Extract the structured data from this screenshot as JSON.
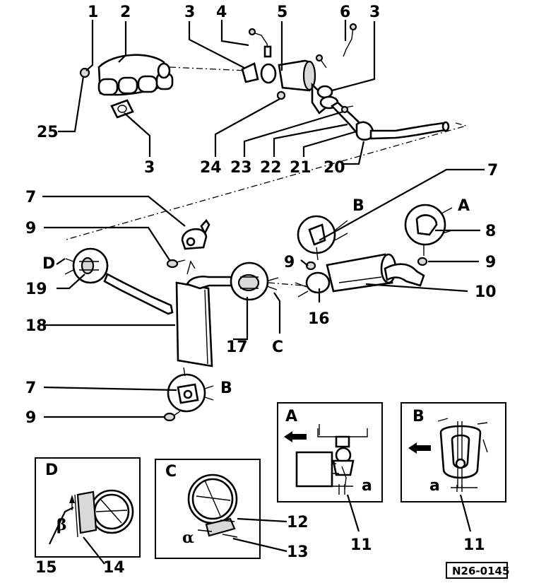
{
  "labels": {
    "n1": "1",
    "n2": "2",
    "n3": "3",
    "n4": "4",
    "n5": "5",
    "n6": "6",
    "n7": "7",
    "n8": "8",
    "n9": "9",
    "n10": "10",
    "n11": "11",
    "n12": "12",
    "n13": "13",
    "n14": "14",
    "n15": "15",
    "n16": "16",
    "n17": "17",
    "n18": "18",
    "n19": "19",
    "n20": "20",
    "n21": "21",
    "n22": "22",
    "n23": "23",
    "n24": "24",
    "n25": "25",
    "A": "A",
    "B": "B",
    "C": "C",
    "D": "D",
    "alpha": "α",
    "beta": "β",
    "a": "a"
  },
  "figure_code": "N26-0145"
}
